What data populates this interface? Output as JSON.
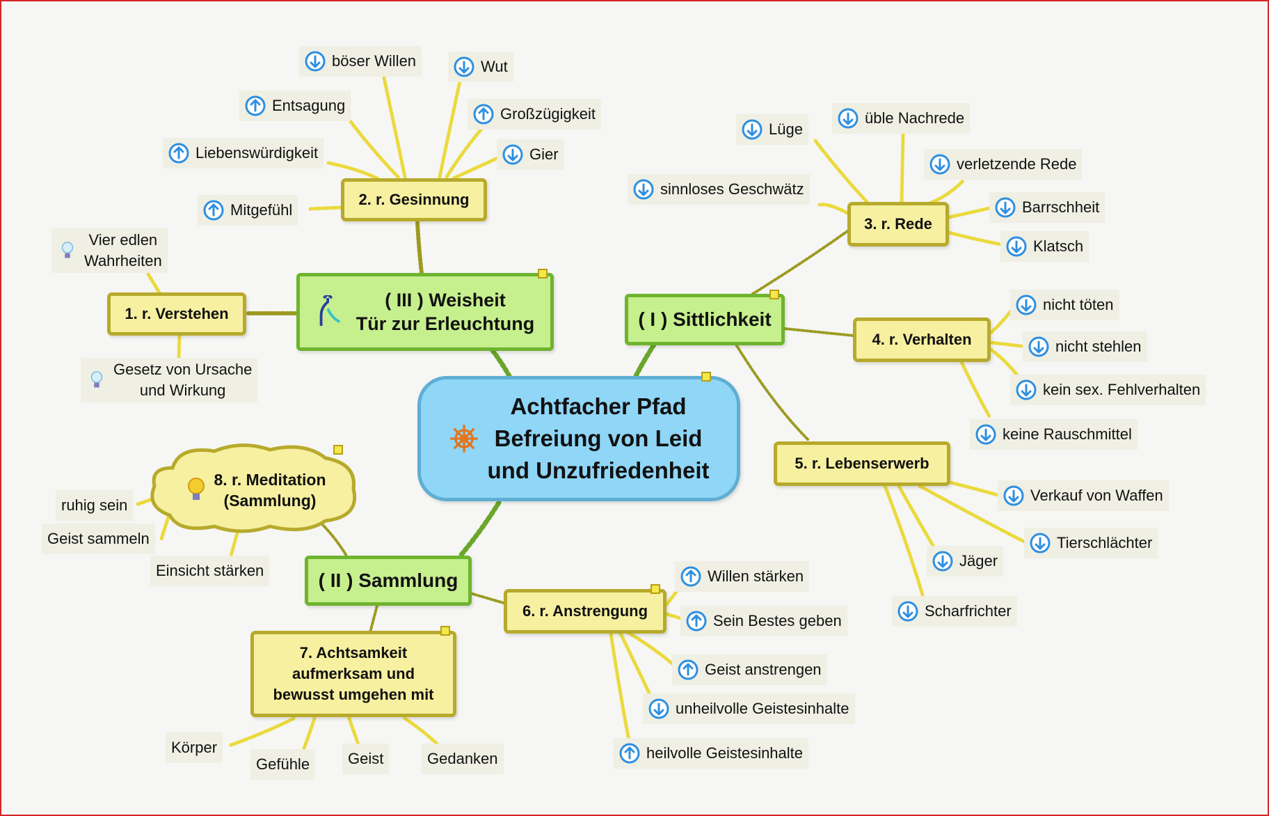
{
  "colors": {
    "center_fill": "#8fd6f7",
    "center_border": "#5faed4",
    "pillar_fill": "#c6ef8e",
    "pillar_border": "#6eb42e",
    "step_fill": "#f6f0a0",
    "step_border": "#b7aa2c",
    "arrow_icon": "#2e8fe0",
    "frame": "#d8262a"
  },
  "center": {
    "line1": "Achtfacher Pfad",
    "line2": "Befreiung von Leid",
    "line3": "und Unzufriedenheit",
    "icon": "ship-wheel-icon"
  },
  "pillars": {
    "sittlichkeit": "( I ) Sittlichkeit",
    "sammlung": "( II ) Sammlung",
    "weisheit_line1": "( III ) Weisheit",
    "weisheit_line2": "Tür zur Erleuchtung",
    "weisheit_icon": "merge-arrow-icon"
  },
  "steps": {
    "verstehen": "1. r. Verstehen",
    "gesinnung": "2. r. Gesinnung",
    "rede": "3. r. Rede",
    "verhalten": "4. r. Verhalten",
    "lebenserwerb": "5. r. Lebenserwerb",
    "anstrengung": "6. r. Anstrengung",
    "achtsamkeit_line1": "7. Achtsamkeit",
    "achtsamkeit_line2": "aufmerksam und",
    "achtsamkeit_line3": "bewusst umgehen mit",
    "meditation_line1": "8. r. Meditation",
    "meditation_line2": "(Sammlung)"
  },
  "leaves": {
    "vier_line1": "Vier edlen",
    "vier_line2": "Wahrheiten",
    "gesetz_line1": "Gesetz von Ursache",
    "gesetz_line2": "und Wirkung",
    "boeser_willen": "böser Willen",
    "wut": "Wut",
    "entsagung": "Entsagung",
    "grosszuegigkeit": "Großzügigkeit",
    "liebenswuerdigkeit": "Liebenswürdigkeit",
    "gier": "Gier",
    "mitgefuehl": "Mitgefühl",
    "luege": "Lüge",
    "ueble_nachrede": "üble Nachrede",
    "verletzende_rede": "verletzende Rede",
    "sinnloses_geschwaetz": "sinnloses Geschwätz",
    "barschheit": "Barrschheit",
    "klatsch": "Klatsch",
    "nicht_toeten": "nicht töten",
    "nicht_stehlen": "nicht stehlen",
    "kein_sex": "kein sex. Fehlverhalten",
    "keine_rausch": "keine Rauschmittel",
    "verkauf_waffen": "Verkauf von Waffen",
    "tierschlaechter": "Tierschlächter",
    "jaeger": "Jäger",
    "scharfrichter": "Scharfrichter",
    "willen_staerken": "Willen stärken",
    "sein_bestes": "Sein Bestes geben",
    "geist_anstrengen": "Geist anstrengen",
    "unheilvolle": "unheilvolle Geistesinhalte",
    "heilvolle": "heilvolle Geistesinhalte",
    "ruhig_sein": "ruhig sein",
    "geist_sammeln": "Geist sammeln",
    "einsicht": "Einsicht stärken",
    "koerper": "Körper",
    "gefuehle": "Gefühle",
    "geist": "Geist",
    "gedanken": "Gedanken"
  }
}
